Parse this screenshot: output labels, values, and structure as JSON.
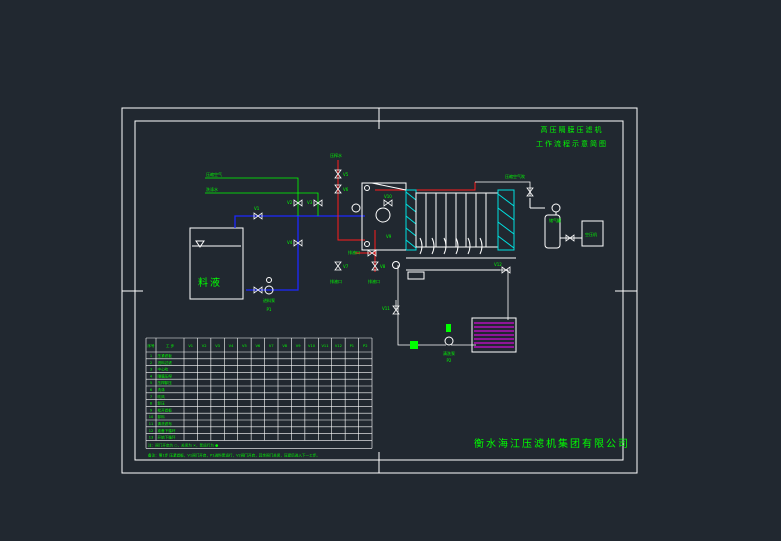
{
  "title": {
    "line1": "高压隔膜压滤机",
    "line2": "工作流程示意简图"
  },
  "company": "衡水海江压滤机集团有限公司",
  "tank_label": "料液",
  "feed_pump_label": "进料泵",
  "feed_pump_code": "P1",
  "wash_pump_label": "清洗泵",
  "wash_pump_code": "P2",
  "air_tank_label": "储气罐",
  "compressor_label": "空压机",
  "lines": {
    "compressed_air": "压缩空气",
    "wash_water": "洗涤水",
    "squeeze_water": "压榨水",
    "drain": "排液口",
    "air_blow": "压缩空气吹"
  },
  "valves": {
    "v1": "V1",
    "v2": "V2",
    "v3": "V3",
    "v4": "V4",
    "v5": "V5",
    "v6": "V6",
    "v7": "V7",
    "v8": "V8",
    "v9": "V9",
    "v10": "V10",
    "v11": "V11",
    "v12": "V12"
  },
  "table": {
    "header": [
      "序号",
      "工 步",
      "V1",
      "V2",
      "V3",
      "V4",
      "V5",
      "V6",
      "V7",
      "V8",
      "V9",
      "V10",
      "V11",
      "V12",
      "P1",
      "P2"
    ],
    "rows": [
      [
        "1",
        "压紧滤板"
      ],
      [
        "2",
        "进料过滤"
      ],
      [
        "3",
        "中心吹"
      ],
      [
        "4",
        "隔膜压榨"
      ],
      [
        "5",
        "压榨卸压"
      ],
      [
        "6",
        "洗涤"
      ],
      [
        "7",
        "吹风"
      ],
      [
        "8",
        "卸压"
      ],
      [
        "9",
        "松开滤板"
      ],
      [
        "10",
        "卸料"
      ],
      [
        "11",
        "清洗滤布"
      ],
      [
        "12",
        "准备下循环"
      ],
      [
        "13",
        "开始下循环"
      ]
    ],
    "legend": "注：阀门开启为 ○，关闭为 ×，泵运行为 ●",
    "note": "备注：第1步 压紧滤板，V1阀门开启，P1进料泵运行，V2阀门开启，其余阀门关闭，压紧后进入下一工步。"
  },
  "colors": {
    "frame": "#ffffff",
    "text": "#00ff00",
    "feed_line": "#1c28ff",
    "squeeze_line": "#ff1c1c",
    "plate": "#00e0e0",
    "wash_tank": "#ff00ff",
    "valve": "#ffffff"
  }
}
